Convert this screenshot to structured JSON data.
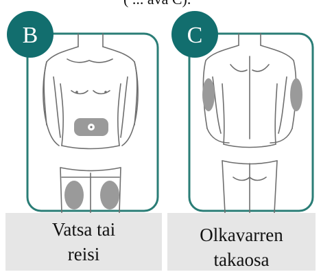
{
  "page": {
    "top_text": "( ... ava C)."
  },
  "panels": [
    {
      "letter": "B",
      "caption_line1": "Vatsa tai",
      "caption_line2": "reisi",
      "view": "front"
    },
    {
      "letter": "C",
      "caption_line1": "Olkavarren",
      "caption_line2": "takaosa",
      "view": "back"
    }
  ],
  "colors": {
    "badge": "#126e6e",
    "frame": "#2a7d76",
    "injection_area": "#9a9a9a",
    "caption_bg": "#e6e6e6",
    "outline": "#6e6e6e"
  },
  "icons": {
    "b": "front-body-figure-icon",
    "c": "back-body-figure-icon"
  }
}
